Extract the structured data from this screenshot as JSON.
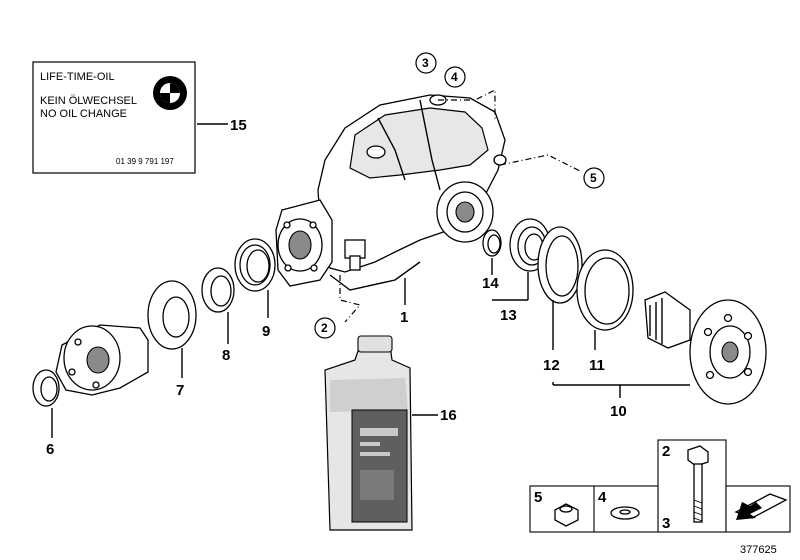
{
  "sticker": {
    "line1": "LIFE-TIME-OIL",
    "line2": "KEIN ÖLWECHSEL",
    "line3": "NO OIL CHANGE",
    "part_no": "01 39 9 791 197"
  },
  "labels": {
    "p1": "1",
    "p2": "2",
    "p3": "3",
    "p4": "4",
    "p5": "5",
    "p6": "6",
    "p7": "7",
    "p8": "8",
    "p9": "9",
    "p10": "10",
    "p11": "11",
    "p12": "12",
    "p13": "13",
    "p14": "14",
    "p15": "15",
    "p16": "16"
  },
  "legend": {
    "l2": "2",
    "l3": "3",
    "l4": "4",
    "l5": "5"
  },
  "image_id": "377625"
}
